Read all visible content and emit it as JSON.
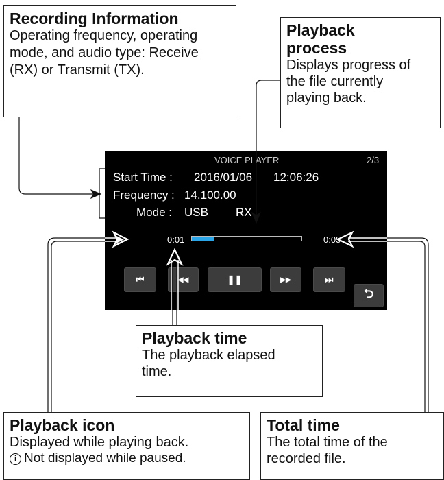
{
  "screen": {
    "title": "VOICE PLAYER",
    "page": "2/3",
    "start_time_label": "Start Time :",
    "start_time_date": "2016/01/06",
    "start_time_clock": "12:06:26",
    "frequency_label": "Frequency :",
    "frequency_value": "14.100.00",
    "mode_label": "Mode :",
    "mode_value": "USB",
    "audio_type": "RX",
    "play_icon": "▶",
    "elapsed_time": "0:01",
    "total_time": "0:05",
    "progress_fraction": 0.2,
    "controls": {
      "skip_back": "⏮",
      "rewind": "◀◀",
      "pause": "❚❚",
      "fast_forward": "▶▶",
      "skip_forward": "⏭",
      "return": "⮌"
    }
  },
  "callouts": {
    "recording_info": {
      "title": "Recording Information",
      "body": "Operating frequency, operating mode, and audio type: Receive (RX) or Transmit (TX)."
    },
    "playback_process": {
      "title": "Playback process",
      "body": "Displays progress of the file currently playing back."
    },
    "playback_time": {
      "title": "Playback time",
      "body": "The playback elapsed time."
    },
    "playback_icon": {
      "title": "Playback icon",
      "body": "Displayed while playing back.",
      "note": "Not displayed while paused.",
      "note_icon": "i"
    },
    "total_time": {
      "title": "Total time",
      "body": "The total time of the recorded file."
    }
  }
}
